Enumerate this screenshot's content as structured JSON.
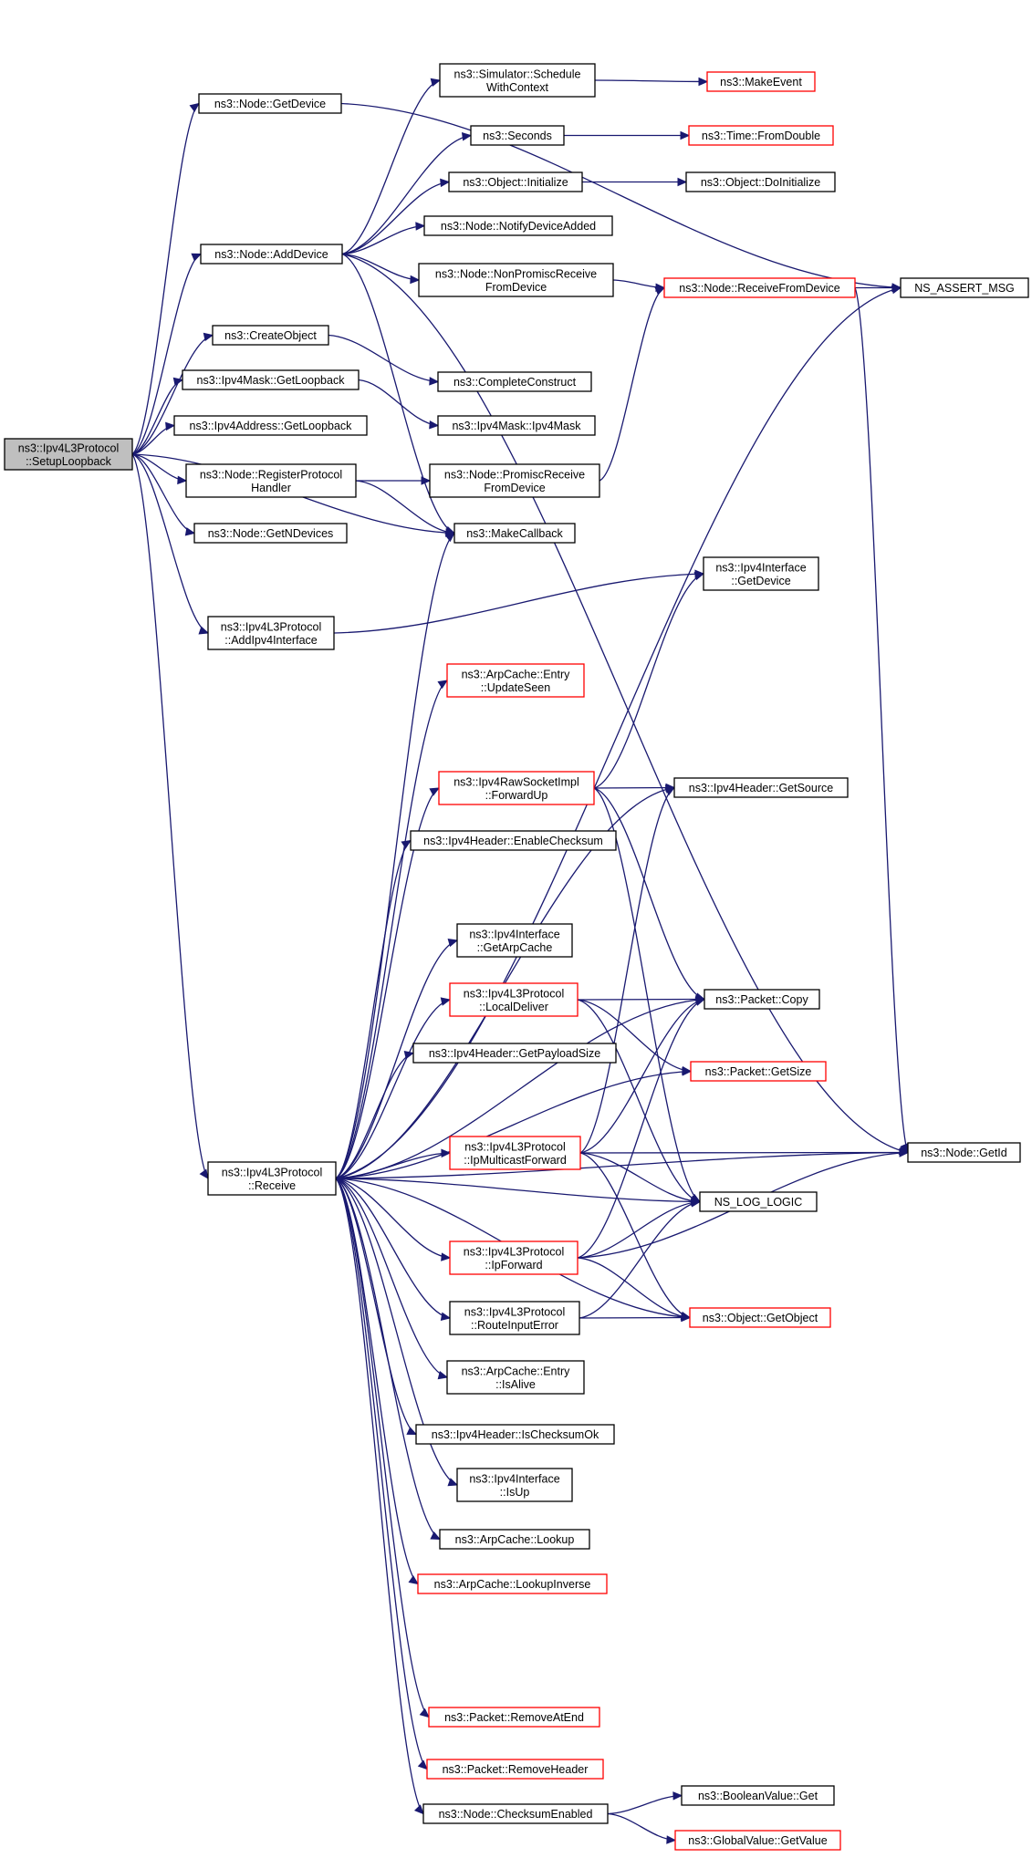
{
  "graph": {
    "edge_color": "#191970",
    "root_fill": "#bfbfbf",
    "red_border": "#ff0000",
    "nodes": [
      {
        "id": "root",
        "lines": [
          "ns3::Ipv4L3Protocol",
          "::SetupLoopback"
        ],
        "style": "root"
      },
      {
        "id": "getDevice",
        "lines": [
          "ns3::Node::GetDevice"
        ],
        "style": "normal"
      },
      {
        "id": "scheduleWithContext",
        "lines": [
          "ns3::Simulator::Schedule",
          "WithContext"
        ],
        "style": "normal"
      },
      {
        "id": "makeEvent",
        "lines": [
          "ns3::MakeEvent"
        ],
        "style": "red"
      },
      {
        "id": "seconds",
        "lines": [
          "ns3::Seconds"
        ],
        "style": "normal"
      },
      {
        "id": "fromDouble",
        "lines": [
          "ns3::Time::FromDouble"
        ],
        "style": "red"
      },
      {
        "id": "objInitialize",
        "lines": [
          "ns3::Object::Initialize"
        ],
        "style": "normal"
      },
      {
        "id": "doInitialize",
        "lines": [
          "ns3::Object::DoInitialize"
        ],
        "style": "normal"
      },
      {
        "id": "notifyDeviceAdded",
        "lines": [
          "ns3::Node::NotifyDeviceAdded"
        ],
        "style": "normal"
      },
      {
        "id": "addDevice",
        "lines": [
          "ns3::Node::AddDevice"
        ],
        "style": "normal"
      },
      {
        "id": "nonPromisc",
        "lines": [
          "ns3::Node::NonPromiscReceive",
          "FromDevice"
        ],
        "style": "normal"
      },
      {
        "id": "receiveFromDevice",
        "lines": [
          "ns3::Node::ReceiveFromDevice"
        ],
        "style": "red"
      },
      {
        "id": "assertMsg",
        "lines": [
          "NS_ASSERT_MSG"
        ],
        "style": "normal"
      },
      {
        "id": "createObject",
        "lines": [
          "ns3::CreateObject"
        ],
        "style": "normal"
      },
      {
        "id": "completeConstruct",
        "lines": [
          "ns3::CompleteConstruct"
        ],
        "style": "normal"
      },
      {
        "id": "maskGetLoopback",
        "lines": [
          "ns3::Ipv4Mask::GetLoopback"
        ],
        "style": "normal"
      },
      {
        "id": "ipv4MaskCtor",
        "lines": [
          "ns3::Ipv4Mask::Ipv4Mask"
        ],
        "style": "normal"
      },
      {
        "id": "addrGetLoopback",
        "lines": [
          "ns3::Ipv4Address::GetLoopback"
        ],
        "style": "normal"
      },
      {
        "id": "registerProtocol",
        "lines": [
          "ns3::Node::RegisterProtocol",
          "Handler"
        ],
        "style": "normal"
      },
      {
        "id": "promisc",
        "lines": [
          "ns3::Node::PromiscReceive",
          "FromDevice"
        ],
        "style": "normal"
      },
      {
        "id": "getNDevices",
        "lines": [
          "ns3::Node::GetNDevices"
        ],
        "style": "normal"
      },
      {
        "id": "makeCallback",
        "lines": [
          "ns3::MakeCallback"
        ],
        "style": "normal"
      },
      {
        "id": "ifaceGetDevice",
        "lines": [
          "ns3::Ipv4Interface",
          "::GetDevice"
        ],
        "style": "normal"
      },
      {
        "id": "addIpv4Interface",
        "lines": [
          "ns3::Ipv4L3Protocol",
          "::AddIpv4Interface"
        ],
        "style": "normal"
      },
      {
        "id": "updateSeen",
        "lines": [
          "ns3::ArpCache::Entry",
          "::UpdateSeen"
        ],
        "style": "red"
      },
      {
        "id": "forwardUp",
        "lines": [
          "ns3::Ipv4RawSocketImpl",
          "::ForwardUp"
        ],
        "style": "red"
      },
      {
        "id": "getSource",
        "lines": [
          "ns3::Ipv4Header::GetSource"
        ],
        "style": "normal"
      },
      {
        "id": "enableChecksum",
        "lines": [
          "ns3::Ipv4Header::EnableChecksum"
        ],
        "style": "normal"
      },
      {
        "id": "getArpCache",
        "lines": [
          "ns3::Ipv4Interface",
          "::GetArpCache"
        ],
        "style": "normal"
      },
      {
        "id": "localDeliver",
        "lines": [
          "ns3::Ipv4L3Protocol",
          "::LocalDeliver"
        ],
        "style": "red"
      },
      {
        "id": "packetCopy",
        "lines": [
          "ns3::Packet::Copy"
        ],
        "style": "normal"
      },
      {
        "id": "getPayloadSize",
        "lines": [
          "ns3::Ipv4Header::GetPayloadSize"
        ],
        "style": "normal"
      },
      {
        "id": "packetGetSize",
        "lines": [
          "ns3::Packet::GetSize"
        ],
        "style": "red"
      },
      {
        "id": "ipMulticastForward",
        "lines": [
          "ns3::Ipv4L3Protocol",
          "::IpMulticastForward"
        ],
        "style": "red"
      },
      {
        "id": "nodeGetId",
        "lines": [
          "ns3::Node::GetId"
        ],
        "style": "normal"
      },
      {
        "id": "receive",
        "lines": [
          "ns3::Ipv4L3Protocol",
          "::Receive"
        ],
        "style": "normal"
      },
      {
        "id": "logLogic",
        "lines": [
          "NS_LOG_LOGIC"
        ],
        "style": "normal"
      },
      {
        "id": "ipForward",
        "lines": [
          "ns3::Ipv4L3Protocol",
          "::IpForward"
        ],
        "style": "red"
      },
      {
        "id": "routeInputError",
        "lines": [
          "ns3::Ipv4L3Protocol",
          "::RouteInputError"
        ],
        "style": "normal"
      },
      {
        "id": "getObject",
        "lines": [
          "ns3::Object::GetObject"
        ],
        "style": "red"
      },
      {
        "id": "isAlive",
        "lines": [
          "ns3::ArpCache::Entry",
          "::IsAlive"
        ],
        "style": "normal"
      },
      {
        "id": "isChecksumOk",
        "lines": [
          "ns3::Ipv4Header::IsChecksumOk"
        ],
        "style": "normal"
      },
      {
        "id": "isUp",
        "lines": [
          "ns3::Ipv4Interface",
          "::IsUp"
        ],
        "style": "normal"
      },
      {
        "id": "arpLookup",
        "lines": [
          "ns3::ArpCache::Lookup"
        ],
        "style": "normal"
      },
      {
        "id": "lookupInverse",
        "lines": [
          "ns3::ArpCache::LookupInverse"
        ],
        "style": "red"
      },
      {
        "id": "removeAtEnd",
        "lines": [
          "ns3::Packet::RemoveAtEnd"
        ],
        "style": "red"
      },
      {
        "id": "removeHeader",
        "lines": [
          "ns3::Packet::RemoveHeader"
        ],
        "style": "red"
      },
      {
        "id": "checksumEnabled",
        "lines": [
          "ns3::Node::ChecksumEnabled"
        ],
        "style": "normal"
      },
      {
        "id": "booleanGet",
        "lines": [
          "ns3::BooleanValue::Get"
        ],
        "style": "normal"
      },
      {
        "id": "globalGetValue",
        "lines": [
          "ns3::GlobalValue::GetValue"
        ],
        "style": "red"
      }
    ],
    "edges": [
      [
        "root",
        "getDevice"
      ],
      [
        "root",
        "addDevice"
      ],
      [
        "root",
        "createObject"
      ],
      [
        "root",
        "maskGetLoopback"
      ],
      [
        "root",
        "addrGetLoopback"
      ],
      [
        "root",
        "registerProtocol"
      ],
      [
        "root",
        "getNDevices"
      ],
      [
        "root",
        "makeCallback"
      ],
      [
        "root",
        "addIpv4Interface"
      ],
      [
        "root",
        "receive"
      ],
      [
        "getDevice",
        "assertMsg"
      ],
      [
        "scheduleWithContext",
        "makeEvent"
      ],
      [
        "seconds",
        "fromDouble"
      ],
      [
        "objInitialize",
        "doInitialize"
      ],
      [
        "addDevice",
        "scheduleWithContext"
      ],
      [
        "addDevice",
        "seconds"
      ],
      [
        "addDevice",
        "objInitialize"
      ],
      [
        "addDevice",
        "notifyDeviceAdded"
      ],
      [
        "addDevice",
        "nonPromisc"
      ],
      [
        "addDevice",
        "makeCallback"
      ],
      [
        "addDevice",
        "nodeGetId"
      ],
      [
        "nonPromisc",
        "receiveFromDevice"
      ],
      [
        "receiveFromDevice",
        "assertMsg"
      ],
      [
        "receiveFromDevice",
        "nodeGetId"
      ],
      [
        "createObject",
        "completeConstruct"
      ],
      [
        "maskGetLoopback",
        "ipv4MaskCtor"
      ],
      [
        "registerProtocol",
        "promisc"
      ],
      [
        "registerProtocol",
        "makeCallback"
      ],
      [
        "promisc",
        "receiveFromDevice"
      ],
      [
        "addIpv4Interface",
        "ifaceGetDevice"
      ],
      [
        "receive",
        "makeCallback"
      ],
      [
        "receive",
        "assertMsg"
      ],
      [
        "receive",
        "updateSeen"
      ],
      [
        "receive",
        "getSource"
      ],
      [
        "receive",
        "forwardUp"
      ],
      [
        "receive",
        "enableChecksum"
      ],
      [
        "receive",
        "packetCopy"
      ],
      [
        "receive",
        "getArpCache"
      ],
      [
        "receive",
        "localDeliver"
      ],
      [
        "receive",
        "getPayloadSize"
      ],
      [
        "receive",
        "packetGetSize"
      ],
      [
        "receive",
        "ipMulticastForward"
      ],
      [
        "receive",
        "logLogic"
      ],
      [
        "receive",
        "ipForward"
      ],
      [
        "receive",
        "routeInputError"
      ],
      [
        "receive",
        "getObject"
      ],
      [
        "receive",
        "isAlive"
      ],
      [
        "receive",
        "isChecksumOk"
      ],
      [
        "receive",
        "isUp"
      ],
      [
        "receive",
        "arpLookup"
      ],
      [
        "receive",
        "lookupInverse"
      ],
      [
        "receive",
        "nodeGetId"
      ],
      [
        "receive",
        "removeAtEnd"
      ],
      [
        "receive",
        "removeHeader"
      ],
      [
        "receive",
        "checksumEnabled"
      ],
      [
        "forwardUp",
        "ifaceGetDevice"
      ],
      [
        "forwardUp",
        "getSource"
      ],
      [
        "forwardUp",
        "packetCopy"
      ],
      [
        "forwardUp",
        "logLogic"
      ],
      [
        "localDeliver",
        "packetCopy"
      ],
      [
        "localDeliver",
        "packetGetSize"
      ],
      [
        "localDeliver",
        "logLogic"
      ],
      [
        "ipMulticastForward",
        "packetCopy"
      ],
      [
        "ipMulticastForward",
        "getSource"
      ],
      [
        "ipMulticastForward",
        "nodeGetId"
      ],
      [
        "ipMulticastForward",
        "logLogic"
      ],
      [
        "ipMulticastForward",
        "getObject"
      ],
      [
        "ipForward",
        "packetCopy"
      ],
      [
        "ipForward",
        "logLogic"
      ],
      [
        "ipForward",
        "nodeGetId"
      ],
      [
        "ipForward",
        "getObject"
      ],
      [
        "routeInputError",
        "logLogic"
      ],
      [
        "routeInputError",
        "getObject"
      ],
      [
        "checksumEnabled",
        "booleanGet"
      ],
      [
        "checksumEnabled",
        "globalGetValue"
      ]
    ]
  }
}
